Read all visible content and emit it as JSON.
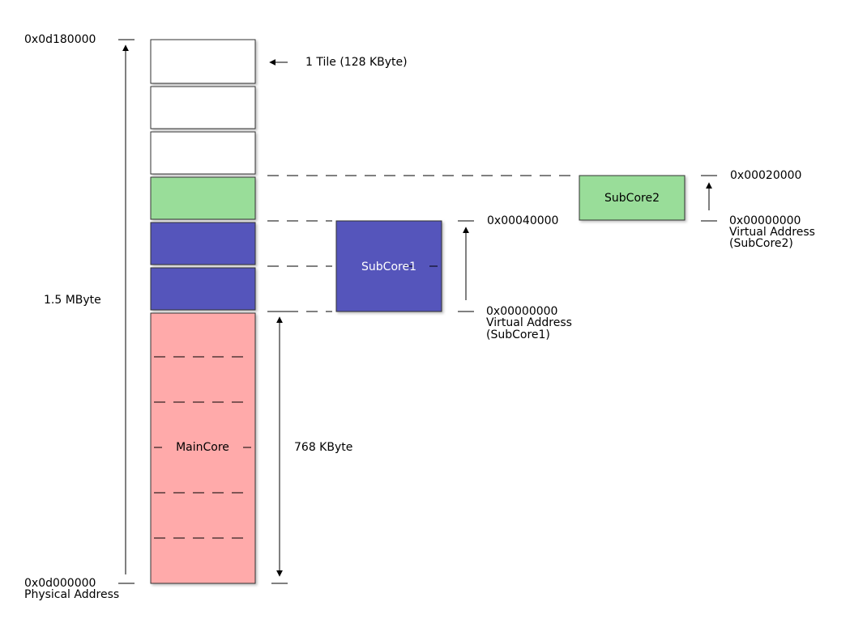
{
  "labels": {
    "top_address": "0x0d180000",
    "bottom_address": "0x0d000000",
    "physical_caption": "Physical Address",
    "total_size": "1.5 MByte",
    "tile_note": "1 Tile (128 KByte)",
    "maincore_size": "768 KByte"
  },
  "blocks": {
    "maincore": "MainCore",
    "subcore1": "SubCore1",
    "subcore2": "SubCore2"
  },
  "subcore1_space": {
    "top": "0x00040000",
    "bottom": "0x00000000",
    "caption_line1": "Virtual Address",
    "caption_line2": "(SubCore1)"
  },
  "subcore2_space": {
    "top": "0x00020000",
    "bottom": "0x00000000",
    "caption_line1": "Virtual Address",
    "caption_line2": "(SubCore2)"
  },
  "colors": {
    "empty_tile": "#ffffff",
    "subcore1": "#5555bb",
    "subcore2": "#99dd99",
    "maincore": "#ffaaaa"
  }
}
